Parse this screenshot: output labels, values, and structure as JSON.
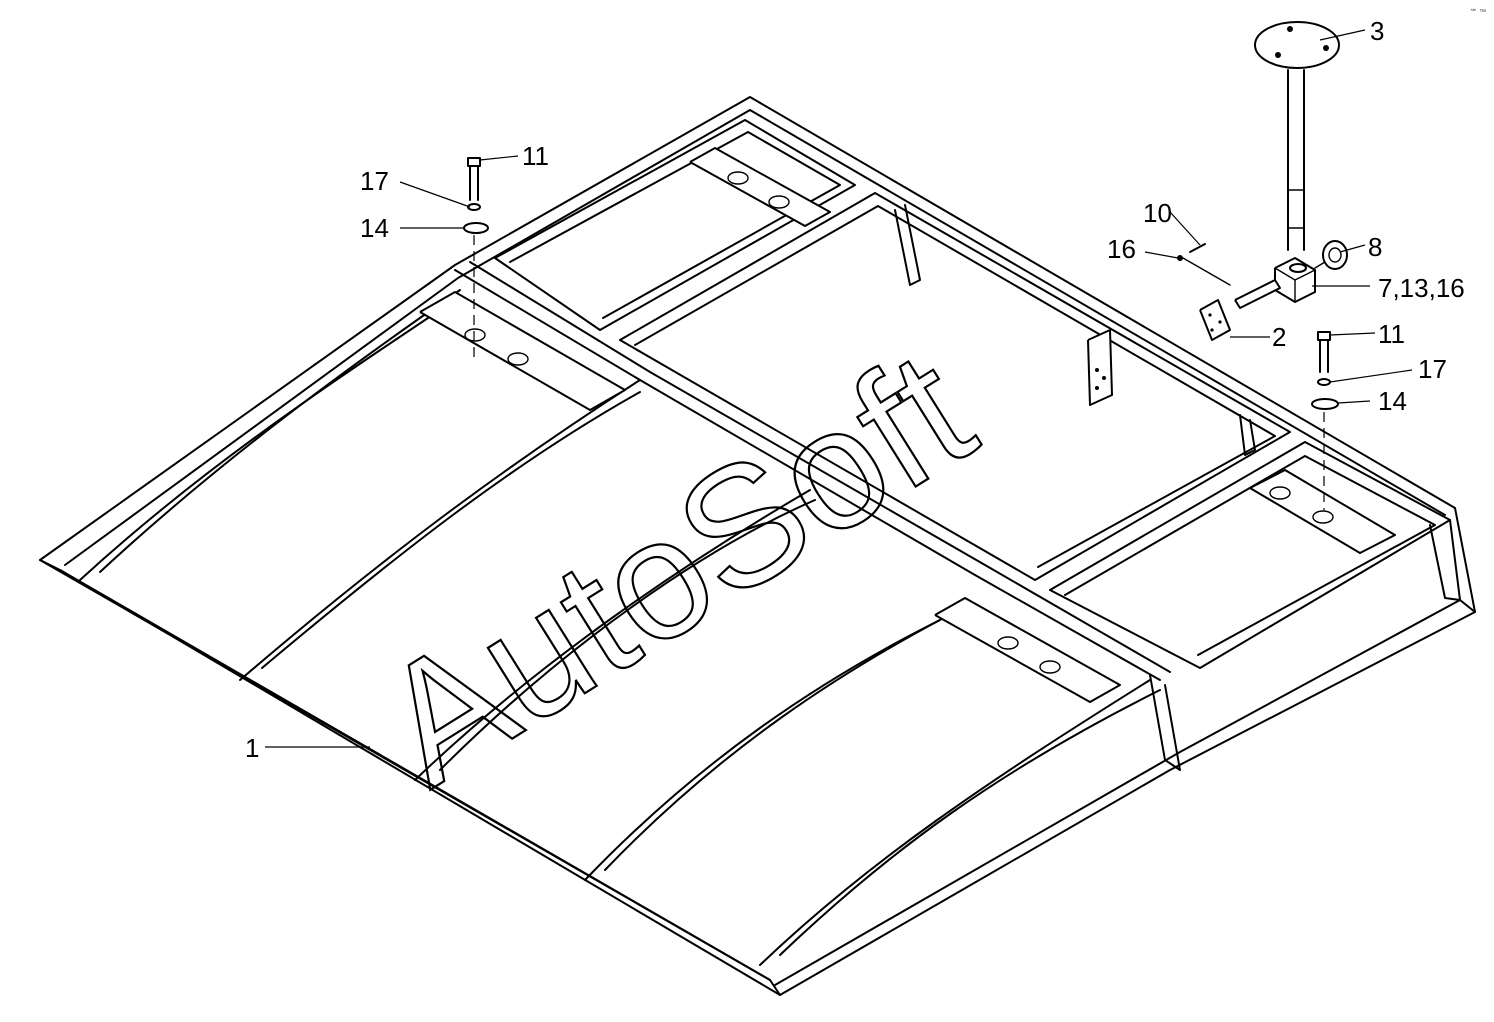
{
  "watermark": "AutoSoft",
  "corner_mark": "℠ ™",
  "callouts": {
    "c1": "1",
    "c2": "2",
    "c3": "3",
    "c8": "8",
    "c10": "10",
    "c16": "16",
    "c7_13_16": "7,13,16",
    "c11_left": "11",
    "c17_left": "17",
    "c14_left": "14",
    "c11_right": "11",
    "c17_right": "17",
    "c14_right": "14"
  }
}
